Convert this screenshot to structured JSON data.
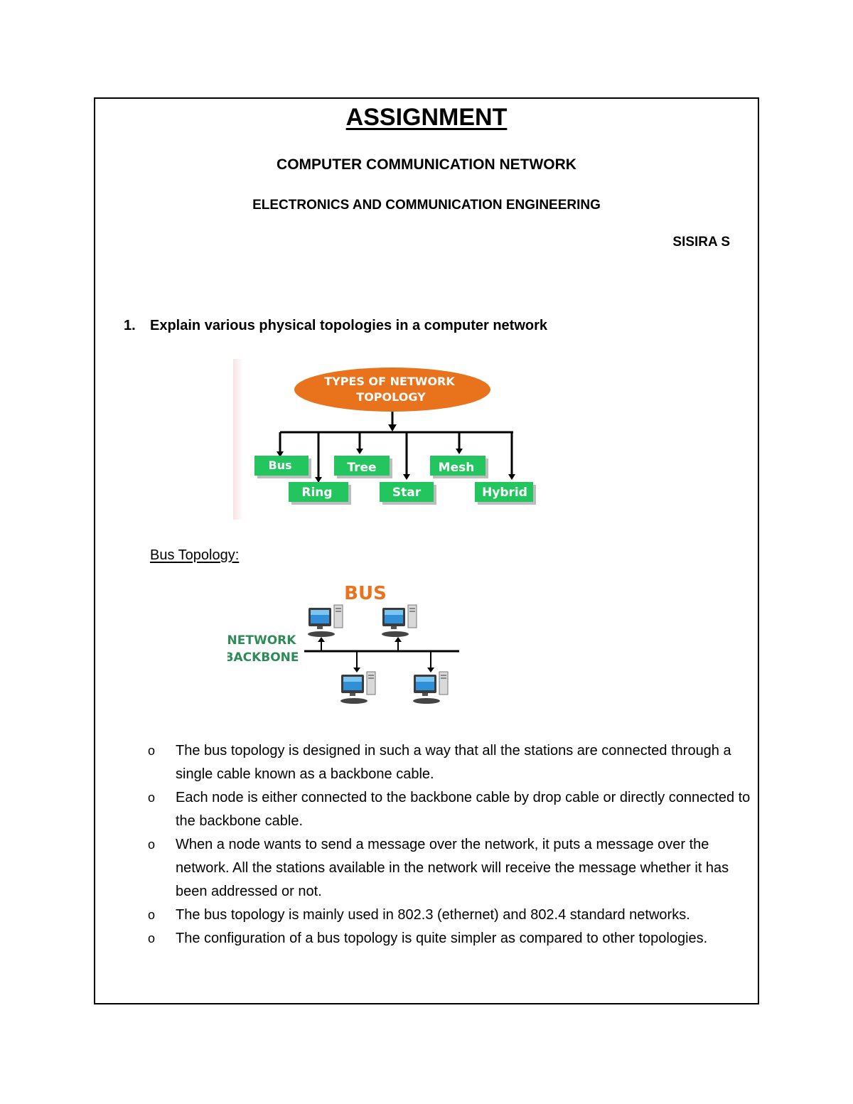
{
  "document": {
    "title": "ASSIGNMENT",
    "subtitle": "COMPUTER COMMUNICATION NETWORK",
    "department": "ELECTRONICS AND COMMUNICATION ENGINEERING",
    "author": "SISIRA S"
  },
  "question": {
    "number": "1.",
    "text": "Explain various physical topologies in a computer network"
  },
  "topology_diagram": {
    "root_label_line1": "TYPES OF NETWORK",
    "root_label_line2": "TOPOLOGY",
    "types": [
      "Bus",
      "Tree",
      "Mesh",
      "Ring",
      "Star",
      "Hybrid"
    ],
    "colors": {
      "root": "#e8731c",
      "node": "#22c55e",
      "node_text": "#ffffff"
    }
  },
  "section": {
    "heading": "Bus Topology:"
  },
  "bus_diagram": {
    "title": "BUS",
    "backbone_label_line1": "NETWORK",
    "backbone_label_line2": "BACKBONE",
    "colors": {
      "title": "#e8731c",
      "backbone_label": "#2e8b57"
    }
  },
  "bullets": {
    "marker": "o",
    "items": [
      "The bus topology is designed in such a way that all the stations are connected through a single cable known as a backbone cable.",
      "Each node is either connected to the backbone cable by drop cable or directly connected to the backbone cable.",
      "When a node wants to send a message over the network, it puts a message over the network. All the stations available in the network will receive the message whether it has been addressed or not.",
      "The bus topology is mainly used in 802.3 (ethernet) and 802.4 standard networks.",
      "The configuration of a bus topology is quite simpler as compared to other topologies."
    ]
  }
}
